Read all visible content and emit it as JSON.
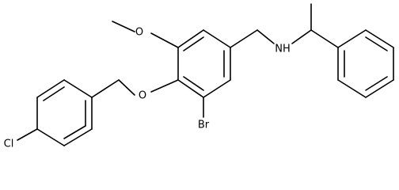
{
  "diagram": {
    "type": "chemical-structure",
    "atom_labels": {
      "methoxy_o": "O",
      "ether_o": "O",
      "amine_nh": "NH",
      "bromine": "Br",
      "chlorine": "Cl"
    }
  }
}
